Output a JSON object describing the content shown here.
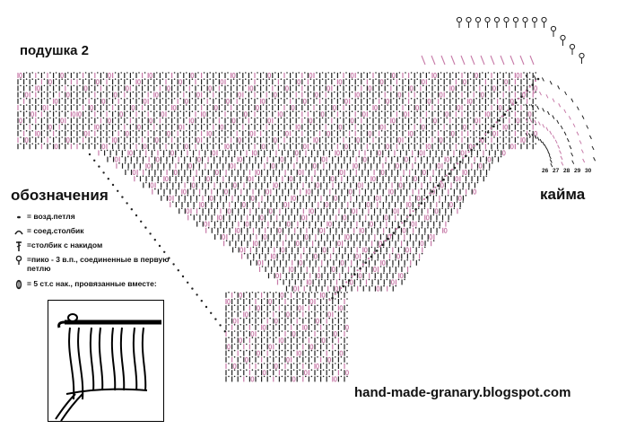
{
  "title": "подушка 2",
  "legend": {
    "title": "обозначения",
    "items": [
      {
        "icon": "chain-stitch-icon",
        "label": "= возд.петля"
      },
      {
        "icon": "slip-stitch-icon",
        "label": "= соед.столбик"
      },
      {
        "icon": "double-crochet-icon",
        "label": "=столбик с накидом"
      },
      {
        "icon": "picot-icon",
        "label": "=пико - 3 в.п., соединенные в первую петлю"
      },
      {
        "icon": "cluster-icon",
        "label": "= 5 ст.с нак., провязанные вместе:"
      }
    ]
  },
  "border": {
    "label": "кайма",
    "round_numbers": [
      "26",
      "27",
      "28",
      "29",
      "30"
    ]
  },
  "website": "hand-made-granary.blogspot.com",
  "colors": {
    "ink": "#222222",
    "pink": "#c77aa8",
    "grid_line": "#555555"
  }
}
